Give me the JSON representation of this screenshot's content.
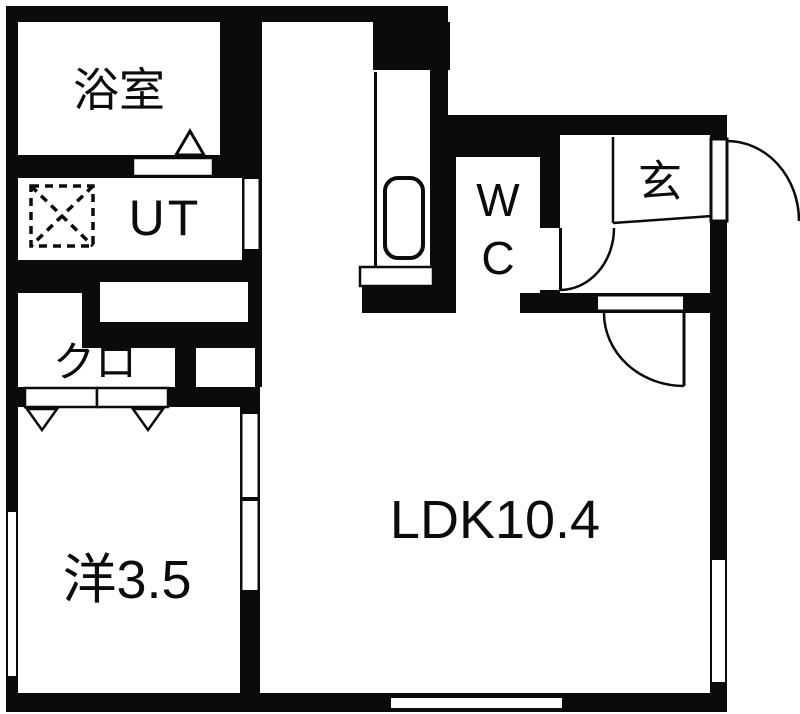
{
  "floorplan": {
    "type": "japanese-apartment-madori",
    "colors": {
      "wall": "#0b0b0b",
      "floor": "#ffffff",
      "line": "#111111"
    },
    "rooms": {
      "bath": {
        "label": "浴室"
      },
      "utility": {
        "label": "UT"
      },
      "closet": {
        "label": "クロ"
      },
      "western": {
        "label": "洋3.5"
      },
      "ldk": {
        "label": "LDK10.4"
      },
      "toilet": {
        "lines": [
          "W",
          "C"
        ]
      },
      "entrance": {
        "label": "玄"
      }
    },
    "fixtures": {
      "washing_machine_pan": "washing-machine-pan-icon",
      "kitchen_sink": "kitchen-sink-icon",
      "kitchen_counter": "kitchen-counter",
      "bath_door": "bath-door-triangle-icon",
      "closet_doors": "closet-folding-door-icons",
      "wc_door": "wc-door-arc",
      "hall_ldk_door": "ldk-door-arc",
      "entrance_door": "entrance-door-arc",
      "entrance_step": "genkan-step-line",
      "windows": [
        "window-left",
        "window-bottom",
        "window-right"
      ]
    }
  }
}
